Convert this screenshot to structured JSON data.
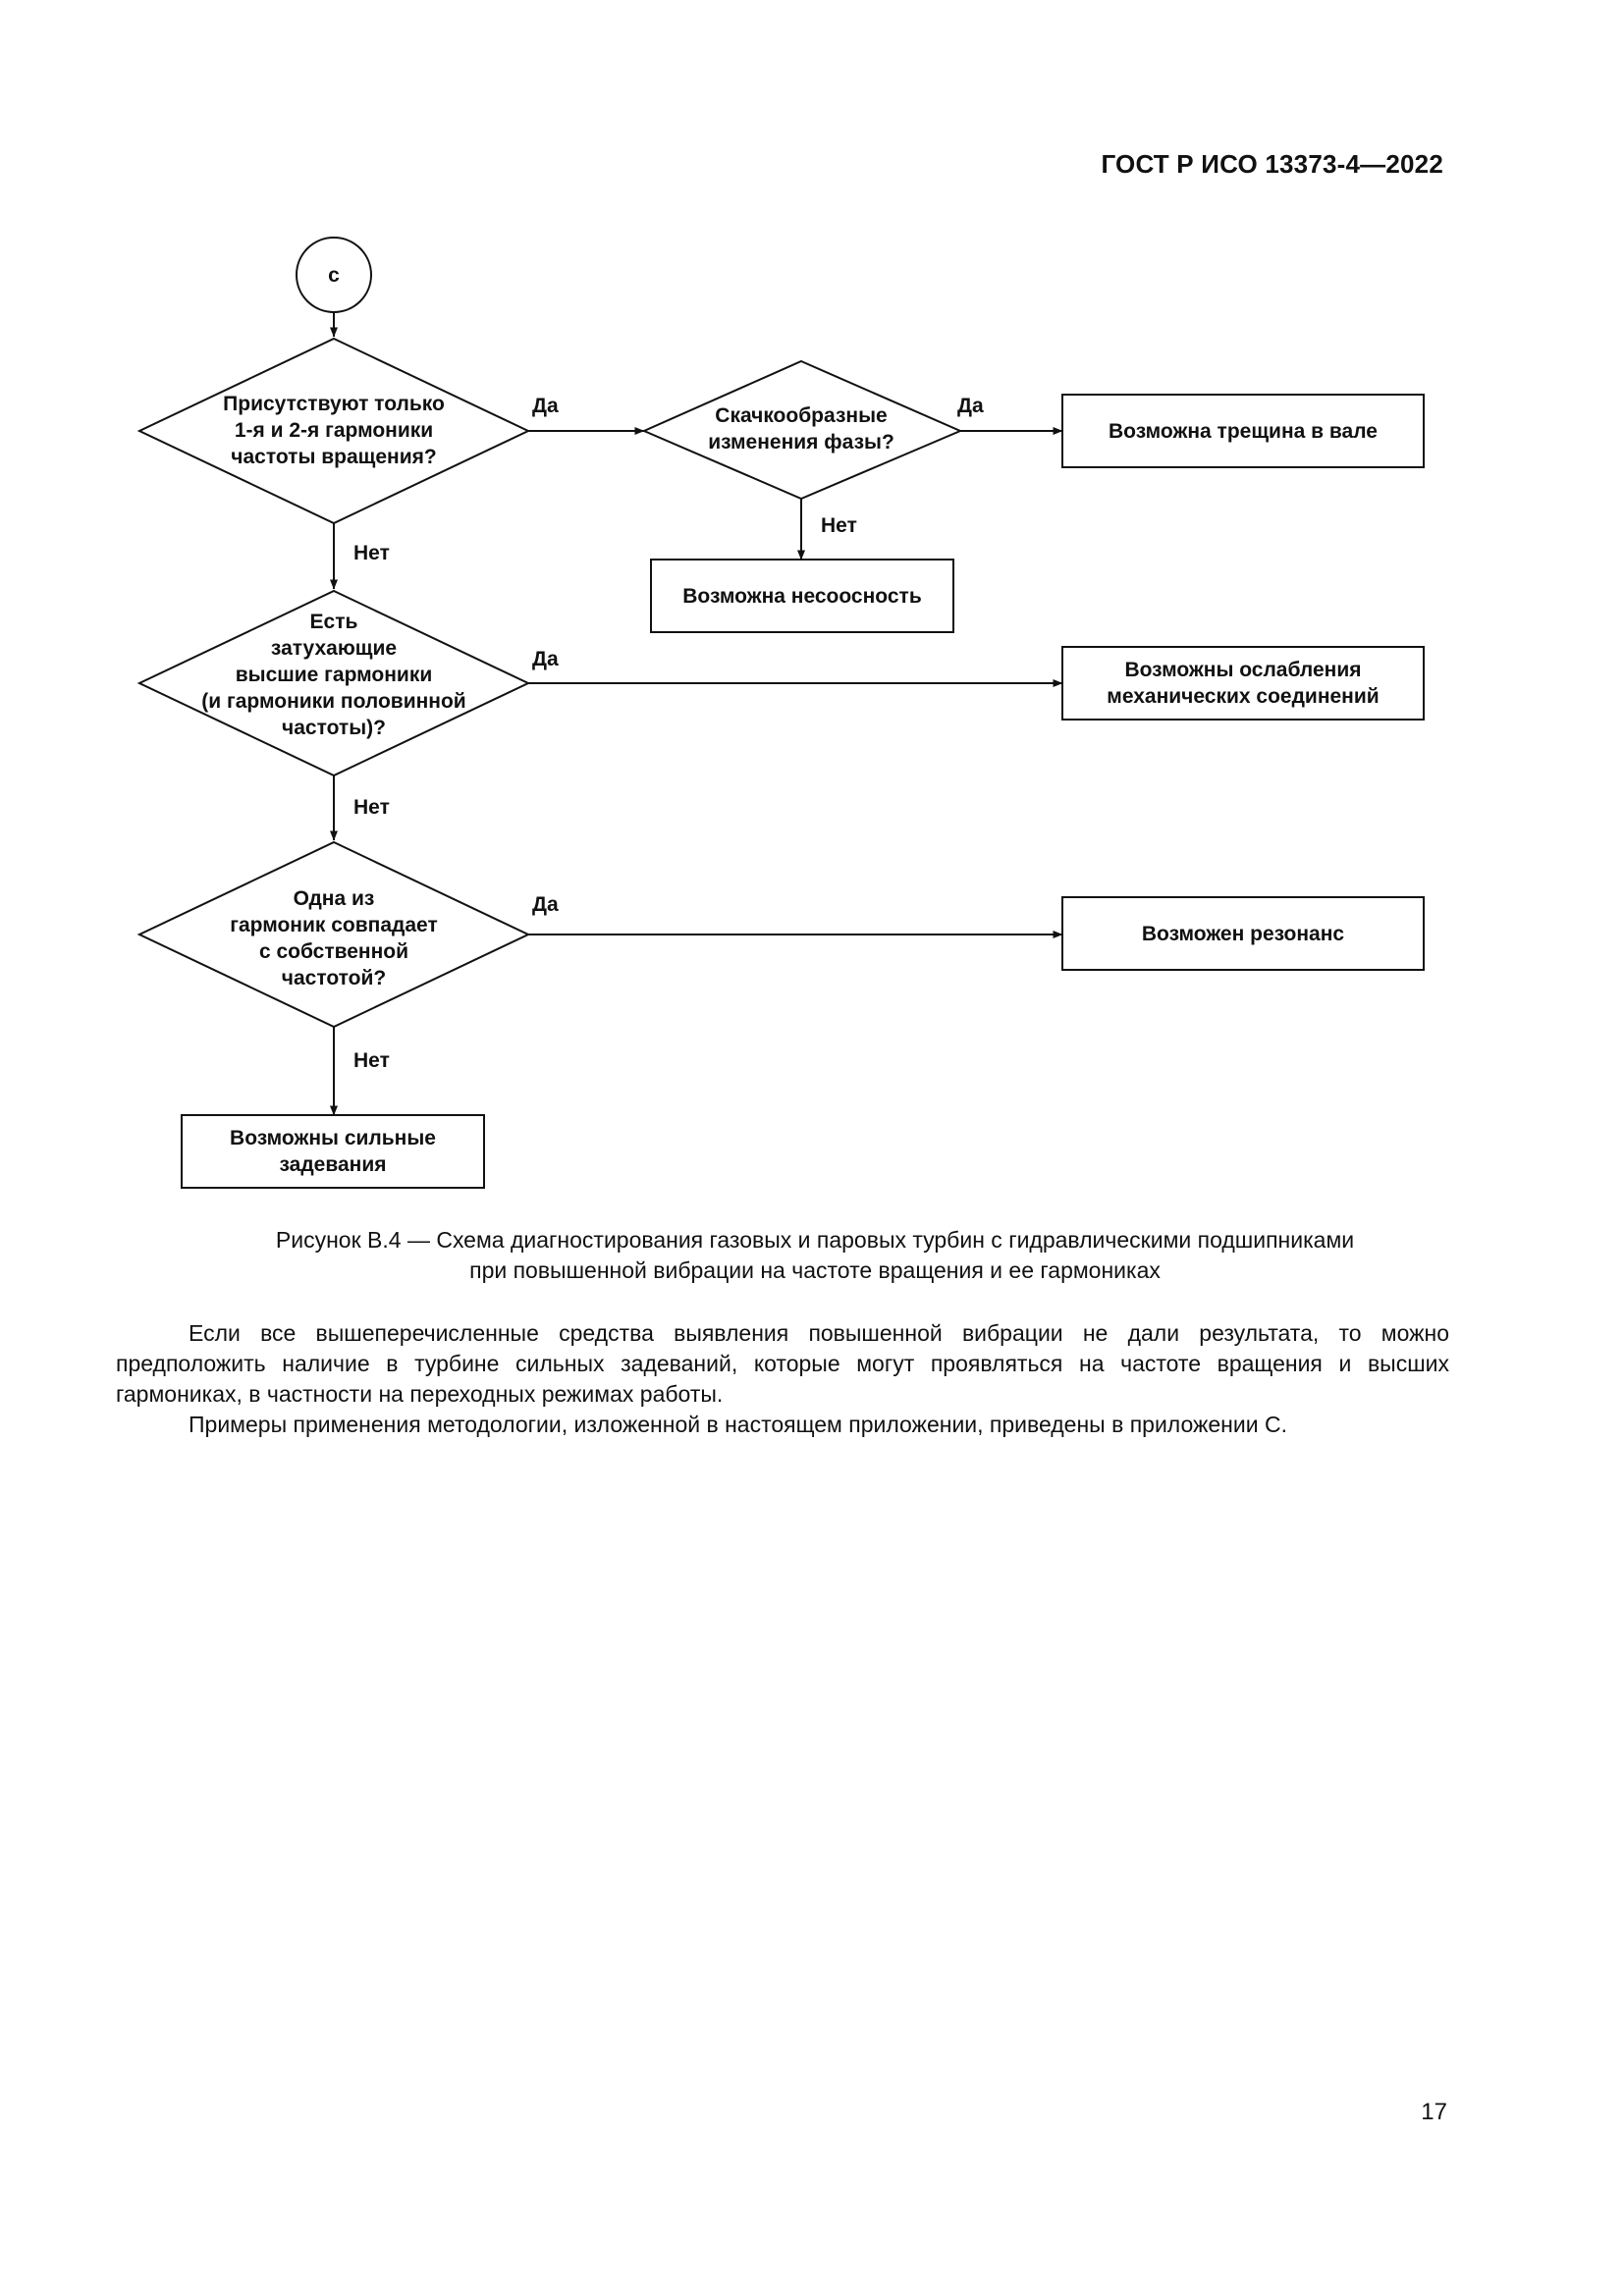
{
  "header": {
    "standard": "ГОСТ Р ИСО 13373-4—2022"
  },
  "flowchart": {
    "connector": "с",
    "yes_label": "Да",
    "no_label": "Нет",
    "decisions": [
      {
        "lines": [
          "Присутствуют только",
          "1-я и 2-я гармоники",
          "частоты вращения?"
        ]
      },
      {
        "lines": [
          "Скачкообразные",
          "изменения фазы?"
        ]
      },
      {
        "lines": [
          "Есть",
          "затухающие",
          "высшие гармоники",
          "(и гармоники половинной",
          "частоты)?"
        ]
      },
      {
        "lines": [
          "Одна из",
          "гармоник совпадает",
          "с собственной",
          "частотой?"
        ]
      }
    ],
    "outcomes": [
      {
        "lines": [
          "Возможна трещина в вале"
        ]
      },
      {
        "lines": [
          "Возможна несоосность"
        ]
      },
      {
        "lines": [
          "Возможны ослабления",
          "механических соединений"
        ]
      },
      {
        "lines": [
          "Возможен резонанс"
        ]
      },
      {
        "lines": [
          "Возможны сильные",
          "задевания"
        ]
      }
    ]
  },
  "caption": {
    "line1": "Рисунок В.4 — Схема диагностирования газовых и паровых турбин с гидравлическими подшипниками",
    "line2": "при повышенной вибрации на частоте вращения и ее гармониках"
  },
  "paragraphs": [
    "Если все вышеперечисленные средства выявления повышенной вибрации не дали результата, то можно предположить наличие в турбине сильных задеваний, которые могут проявляться на частоте вращения и высших гармониках, в частности на переходных режимах работы.",
    "Примеры применения методологии, изложенной в настоящем приложении, приведены в приложении С."
  ],
  "page_number": "17"
}
